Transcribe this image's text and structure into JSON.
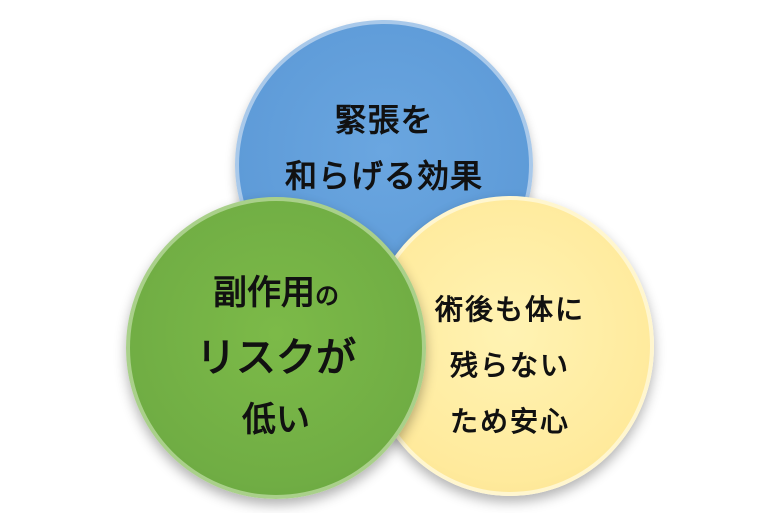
{
  "diagram": {
    "circles": [
      {
        "id": "blue",
        "color": "#5e9bd8",
        "lines": [
          "緊張を",
          "和らげる効果"
        ]
      },
      {
        "id": "green",
        "color": "#70ad44",
        "line1_main": "副作用",
        "line1_small": "の",
        "line2": "リスクが",
        "line3": "低い"
      },
      {
        "id": "yellow",
        "color": "#ffea9c",
        "lines": [
          "術後も体に",
          "残らない",
          "ため安心"
        ]
      }
    ]
  }
}
